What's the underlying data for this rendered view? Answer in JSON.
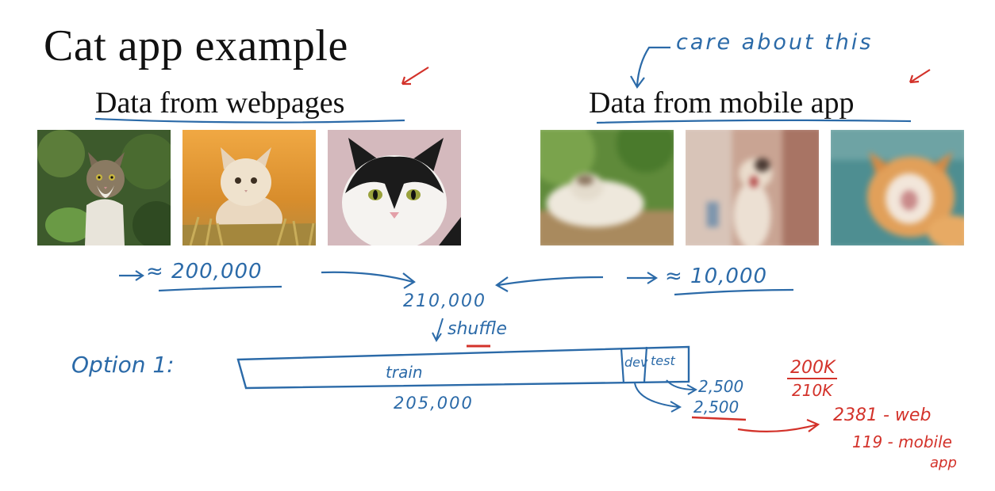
{
  "slide": {
    "title": "Cat app example",
    "web_heading": "Data from webpages",
    "mobile_heading": "Data from mobile app"
  },
  "annotations": {
    "care_note": "care about this",
    "web_count": "≈ 200,000",
    "mobile_count": "≈ 10,000",
    "combined_total": "210,000",
    "shuffle_label": "shuffle",
    "option_label": "Option 1:",
    "train_label": "train",
    "dev_label": "dev",
    "test_label": "test",
    "train_size": "205,000",
    "test_size": "2,500",
    "dev_size": "2,500",
    "ratio_numerator": "200K",
    "ratio_denominator": "210K",
    "web_in_dev": "2381 - web",
    "mobile_in_dev": "119 - mobile",
    "mobile_in_dev_cont": "app"
  },
  "colors": {
    "ink_blue": "#2b6aa8",
    "ink_red": "#d3322a"
  },
  "images": [
    {
      "name": "tabby-cat-photo"
    },
    {
      "name": "fluffy-kitten-photo"
    },
    {
      "name": "black-white-cat-photo"
    },
    {
      "name": "blurry-cat-photo-1"
    },
    {
      "name": "blurry-kitten-photo-2"
    },
    {
      "name": "blurry-orange-cat-photo-3"
    }
  ]
}
